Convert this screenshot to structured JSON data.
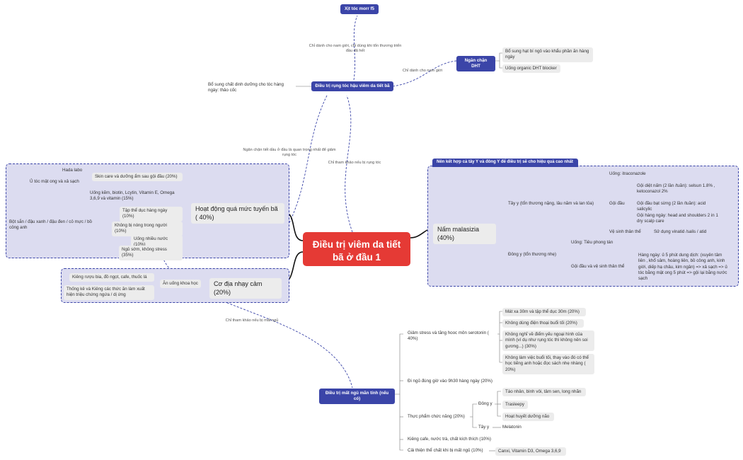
{
  "central": "Điều trị viêm da tiết bã ở đầu 1",
  "top": {
    "xit": "Xịt tóc morr f5",
    "dieu_tri": "Điều trị rụng tóc hậu viêm da tiết bã",
    "bo_sung": "Bổ sung chất dinh dưỡng cho tóc hàng ngày: thảo cốc",
    "ngan_chan": "Ngăn chặn DHT",
    "dht_items": [
      "Bổ sung hạt bí ngô vào khẩu phần ăn hàng ngày",
      "Uống organic DHT blocker"
    ]
  },
  "notes": {
    "nam_gioi_tt": "Chỉ dành cho nam giới, chỉ dùng khi tổn thương triển đầu đã hết",
    "nam_gioi": "Chỉ dành cho nam giới",
    "ngan_chan_tiet": "Ngăn chặn tiết dầu ở đầu là quan trọng nhất để giảm rụng tóc",
    "tham_khao_rung": "Chỉ tham khảo nếu bị rụng tóc",
    "tham_khao_mat_ngu": "Chỉ tham khảo nếu bị mất ngủ"
  },
  "left": {
    "hoat_dong": "Hoạt động quá mức tuyến bã ( 40%)",
    "skin_care": "Skin care và dưỡng ẩm sau gội đầu (20%)",
    "skin_items": [
      "Hada labo",
      "Ủ tóc mật ong và xả sạch"
    ],
    "uong_kem": "Uống kẽm, biotin, Lcytin, Vitamin E,  Omega 3,6,9 và vitamin (15%)",
    "tap_the_duc": "Tập thể dục hàng ngày (10%)",
    "khong_bi_nong": "Không bị nóng trong người (10%)",
    "bot_san": "Bột sắn / đậu xanh / đậu đen / cỏ mực / bồ công anh",
    "uong_nuoc": "Uống nhiều nước (10%)",
    "ngu_som": "Ngủ sớm, không stress (35%)",
    "co_dia": "Cơ địa nhạy cảm (20%)",
    "an_uong": "Ăn uống khoa học",
    "kieng_ruou": "Kiêng rượu bia, đồ ngọt, cafe, thuốc lá",
    "thong_ke": "Thống kê và  Kiêng các thức ăn làm xuất hiện triệu chứng ngứa / dị ứng"
  },
  "right": {
    "caption": "Nên kết hợp cả tây Y và đông Y để điều trị sẽ cho hiệu quả cao nhất",
    "nam": "Nấm malasizia (40%)",
    "tay_y": "Tây y (tổn thương nặng, lâu năm và lan tỏa)",
    "uong": "Uống: itraconazole",
    "goi_dau": "Gội đầu",
    "goi_items": [
      "Gội diệt nấm (2 lần /tuần): selsun 1.8% , ketoconazol 2%",
      "Gội đầu bạt sừng (2 lần /tuần): acid salicylic",
      "Gội hàng ngày: head and shoulders 2 in 1 dry scalp care"
    ],
    "ve_sinh": "Vệ sinh thân thể",
    "su_dung": "Sử dụng vinatid /salis / atid",
    "dong_y": "Đông y (tổn thương nhẹ)",
    "uong_tieu": "Uống: Tiêu phong tán",
    "goi_ve_sinh": "Gội đầu và vệ sinh thân thể",
    "hang_ngay": "Hàng ngày: ủ 5 phút dung dịch: (xuyên tâm liên , khổ sâm, hoàng liên, bồ công anh, kinh giới, diếp hạ châu, kim ngân) => xả sạch => ủ tóc bằng mật ong 5 phút => gội lại bằng nước sạch"
  },
  "bottom": {
    "title": "Điều trị mất ngủ mãn tính (nếu có)",
    "giam_stress": "Giảm stress  và tăng hooc môn serotonin ( 40%)",
    "stress_items": [
      "Mát xa 30m và tập thể dục 30m (20%)",
      "Không dùng điện thoại buổi tối (20%)",
      "Không nghĩ về điểm yếu ngoại hình của mình (ví dụ như rụng tóc thì không nên soi gương...) (30%)",
      "Không làm việc buổi tối, thay vào đó có thể học tiếng anh hoặc đọc sách nhẹ nhàng ( 20%)"
    ],
    "di_ngu": "Đi ngủ đúng giờ vào 9h30 hàng ngày (20%)",
    "thuc_pham": "Thực phẩm chức năng (20%)",
    "dong_y": "Đông y",
    "dong_y_items": [
      "Táo nhân, bình vôi, tâm sen, long nhãn",
      "Trasleepy",
      "Hoạt huyết dưỡng não"
    ],
    "tay_y": "Tây y",
    "melatonin": "Melatonin",
    "kieng_cafe": "Kiêng cafe, nước trà, chất kích thích (10%)",
    "cai_thien": "Cải thiện thể chất khi bị mất ngủ (10%)",
    "canxi": "Canxi, Vitamin D3, Omega 3,6,9"
  }
}
